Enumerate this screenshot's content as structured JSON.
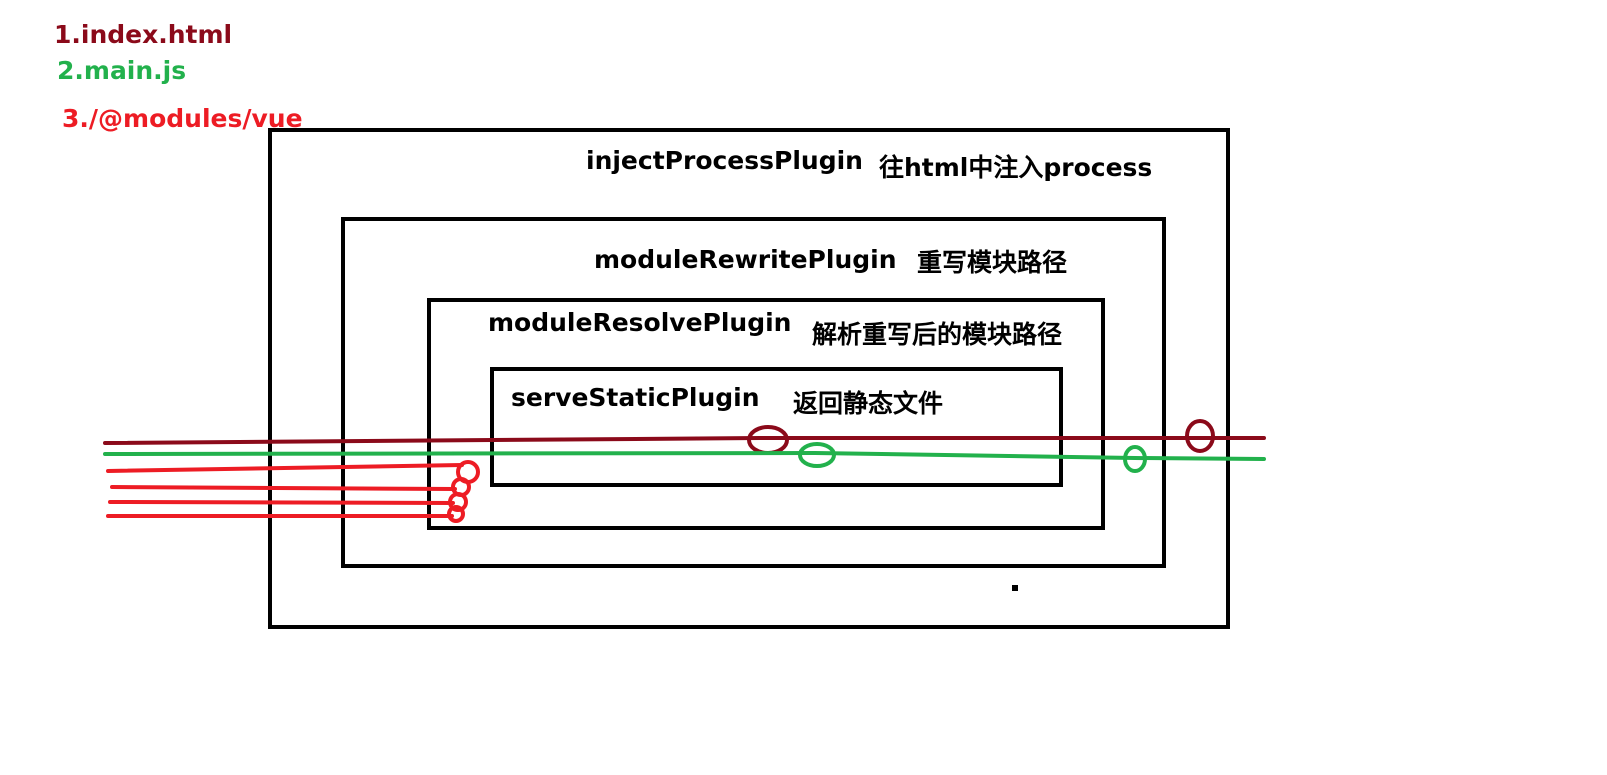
{
  "legend": [
    {
      "text": "1.index.html",
      "color": "#8b0a1a"
    },
    {
      "text": "2.main.js",
      "color": "#22b14c"
    },
    {
      "text": "3./@modules/vue",
      "color": "#ed1c24"
    }
  ],
  "layers": [
    {
      "name": "injectProcessPlugin",
      "description": "往html中注入process"
    },
    {
      "name": "moduleRewritePlugin",
      "description": "重写模块路径"
    },
    {
      "name": "moduleResolvePlugin",
      "description": "解析重写后的模块路径"
    },
    {
      "name": "serveStaticPlugin",
      "description": "返回静态文件"
    }
  ],
  "colors": {
    "index_html_line": "#8b0a1a",
    "main_js_line": "#22b14c",
    "modules_vue_line": "#ed1c24",
    "box_border": "#000000"
  }
}
